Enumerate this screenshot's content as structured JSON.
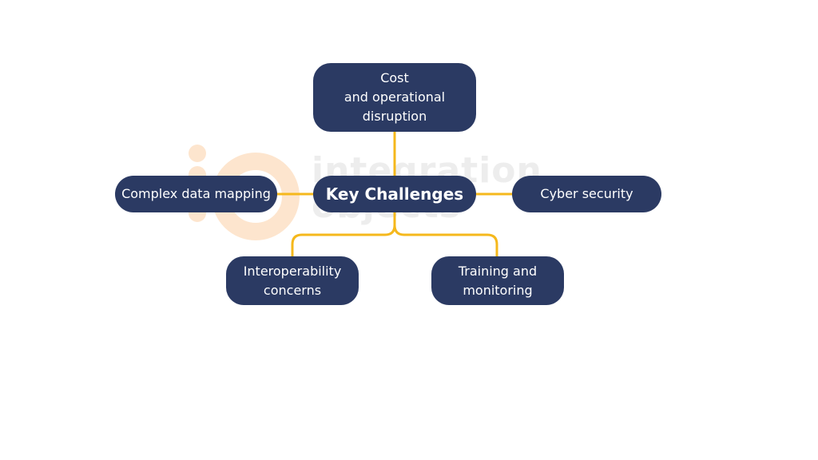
{
  "diagram": {
    "center": {
      "label": "Key Challenges"
    },
    "nodes": {
      "cost": {
        "label": "Cost\nand operational\ndisruption"
      },
      "data_mapping": {
        "label": "Complex data mapping"
      },
      "cyber_security": {
        "label": "Cyber security"
      },
      "interoperability": {
        "label": "Interoperability\nconcerns"
      },
      "training": {
        "label": "Training and\nmonitoring"
      }
    },
    "watermark": {
      "line1": "integration",
      "line2": "objects"
    }
  },
  "colors": {
    "node_fill": "#2b3a63",
    "node_text": "#ffffff",
    "connector": "#f5b81c",
    "watermark_orange": "#fde3c9",
    "watermark_gray": "#ececec"
  }
}
